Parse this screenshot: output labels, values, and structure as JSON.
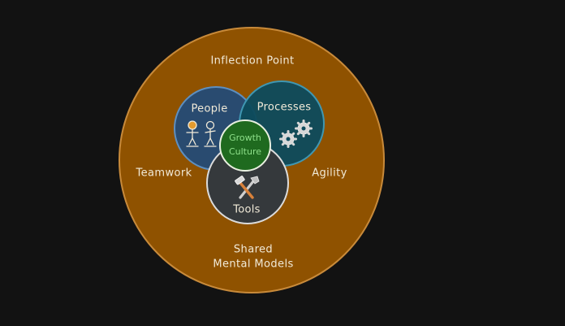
{
  "diagram": {
    "outer_label": "Inflection Point",
    "left_label": "Teamwork",
    "right_label": "Agility",
    "bottom_label_line1": "Shared",
    "bottom_label_line2": "Mental Models",
    "circles": {
      "people": "People",
      "processes": "Processes",
      "tools": "Tools"
    },
    "core_line1": "Growth",
    "core_line2": "Culture"
  },
  "icons": {
    "people": "stick-figures-icon",
    "processes": "gears-icon",
    "tools": "hammer-wrench-icon"
  },
  "colors": {
    "background": "#121212",
    "outer": "#8f5200",
    "people": "#244b75",
    "processes": "#0e4b5c",
    "tools": "#35393c",
    "core": "#1f6a1f",
    "core_text": "#8ee08a",
    "text": "#f1ead8"
  }
}
